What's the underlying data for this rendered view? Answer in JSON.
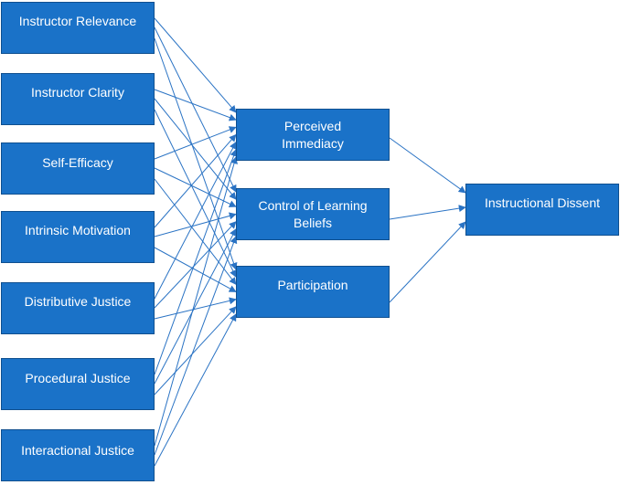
{
  "diagram": {
    "colors": {
      "box_fill": "#1a72c8",
      "box_border": "#0f4f8f",
      "arrow": "#2a73c4",
      "text": "#ffffff"
    },
    "nodes": {
      "instructor_relevance": "Instructor Relevance",
      "instructor_clarity": "Instructor Clarity",
      "self_efficacy": "Self-Efficacy",
      "intrinsic_motivation": "Intrinsic Motivation",
      "distributive_justice": "Distributive Justice",
      "procedural_justice": "Procedural Justice",
      "interactional_justice": "Interactional Justice",
      "perceived_immediacy": "Perceived Immediacy",
      "control_of_learning_beliefs": "Control of Learning Beliefs",
      "participation": "Participation",
      "instructional_dissent": "Instructional Dissent"
    },
    "edges": [
      {
        "from": "instructor_relevance",
        "to": "perceived_immediacy"
      },
      {
        "from": "instructor_relevance",
        "to": "control_of_learning_beliefs"
      },
      {
        "from": "instructor_relevance",
        "to": "participation"
      },
      {
        "from": "instructor_clarity",
        "to": "perceived_immediacy"
      },
      {
        "from": "instructor_clarity",
        "to": "control_of_learning_beliefs"
      },
      {
        "from": "instructor_clarity",
        "to": "participation"
      },
      {
        "from": "self_efficacy",
        "to": "perceived_immediacy"
      },
      {
        "from": "self_efficacy",
        "to": "control_of_learning_beliefs"
      },
      {
        "from": "self_efficacy",
        "to": "participation"
      },
      {
        "from": "intrinsic_motivation",
        "to": "perceived_immediacy"
      },
      {
        "from": "intrinsic_motivation",
        "to": "control_of_learning_beliefs"
      },
      {
        "from": "intrinsic_motivation",
        "to": "participation"
      },
      {
        "from": "distributive_justice",
        "to": "perceived_immediacy"
      },
      {
        "from": "distributive_justice",
        "to": "control_of_learning_beliefs"
      },
      {
        "from": "distributive_justice",
        "to": "participation"
      },
      {
        "from": "procedural_justice",
        "to": "perceived_immediacy"
      },
      {
        "from": "procedural_justice",
        "to": "control_of_learning_beliefs"
      },
      {
        "from": "procedural_justice",
        "to": "participation"
      },
      {
        "from": "interactional_justice",
        "to": "perceived_immediacy"
      },
      {
        "from": "interactional_justice",
        "to": "control_of_learning_beliefs"
      },
      {
        "from": "interactional_justice",
        "to": "participation"
      },
      {
        "from": "perceived_immediacy",
        "to": "instructional_dissent"
      },
      {
        "from": "control_of_learning_beliefs",
        "to": "instructional_dissent"
      },
      {
        "from": "participation",
        "to": "instructional_dissent"
      }
    ]
  }
}
